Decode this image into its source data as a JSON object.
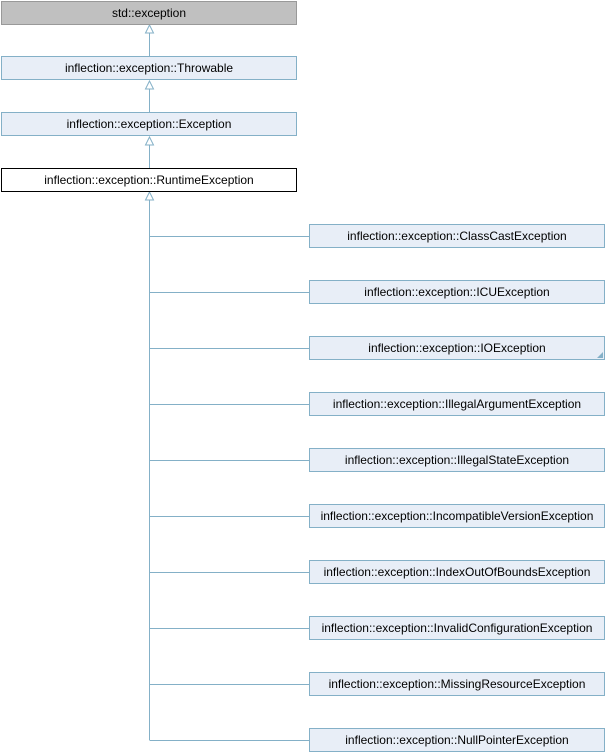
{
  "colors": {
    "edge": "#84b0c7",
    "base_fill": "#c0c0c0",
    "node_fill": "#e8eef7",
    "node_border": "#84b0c7",
    "current_border": "#000000"
  },
  "nodes": {
    "base": "std::exception",
    "throwable": "inflection::exception::Throwable",
    "exception": "inflection::exception::Exception",
    "current": "inflection::exception::RuntimeException"
  },
  "children": [
    {
      "label": "inflection::exception::ClassCastException",
      "has_more": false
    },
    {
      "label": "inflection::exception::ICUException",
      "has_more": false
    },
    {
      "label": "inflection::exception::IOException",
      "has_more": true
    },
    {
      "label": "inflection::exception::IllegalArgumentException",
      "has_more": false
    },
    {
      "label": "inflection::exception::IllegalStateException",
      "has_more": false
    },
    {
      "label": "inflection::exception::IncompatibleVersionException",
      "has_more": false
    },
    {
      "label": "inflection::exception::IndexOutOfBoundsException",
      "has_more": false
    },
    {
      "label": "inflection::exception::InvalidConfigurationException",
      "has_more": false
    },
    {
      "label": "inflection::exception::MissingResourceException",
      "has_more": false
    },
    {
      "label": "inflection::exception::NullPointerException",
      "has_more": false
    }
  ]
}
